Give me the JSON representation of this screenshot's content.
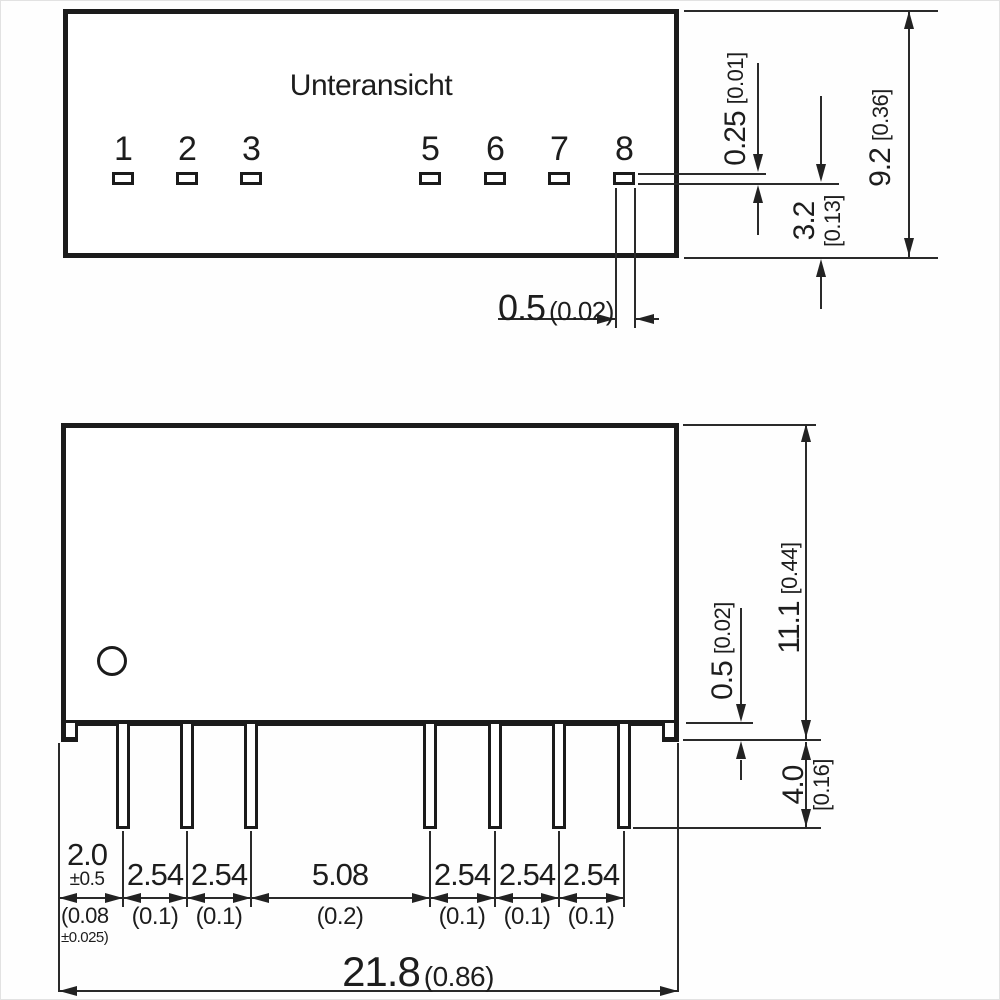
{
  "top_view": {
    "title": "Unteransicht",
    "pin_labels": [
      "1",
      "2",
      "3",
      "5",
      "6",
      "7",
      "8"
    ],
    "dim_pad_width_main": "0.5",
    "dim_pad_width_sub": "(0.02)",
    "dim_pad_height_main": "0.25",
    "dim_pad_height_sub": "[0.01]",
    "dim_pad_to_edge_main": "3.2",
    "dim_pad_to_edge_sub": "[0.13]",
    "dim_body_height_main": "9.2",
    "dim_body_height_sub": "[0.36]"
  },
  "side_view": {
    "dim_body_height_main": "11.1",
    "dim_body_height_sub": "[0.44]",
    "dim_standoff_main": "0.5",
    "dim_standoff_sub": "[0.02]",
    "dim_pin_length_main": "4.0",
    "dim_pin_length_sub": "[0.16]",
    "edge_offset_main": "2.0",
    "edge_offset_tol": "±0.5",
    "edge_offset_sub1": "(0.08",
    "edge_offset_sub2": "±0.025)",
    "pitch_segments": [
      {
        "main": "2.54",
        "sub": "(0.1)"
      },
      {
        "main": "2.54",
        "sub": "(0.1)"
      },
      {
        "main": "5.08",
        "sub": "(0.2)"
      },
      {
        "main": "2.54",
        "sub": "(0.1)"
      },
      {
        "main": "2.54",
        "sub": "(0.1)"
      },
      {
        "main": "2.54",
        "sub": "(0.1)"
      }
    ],
    "dim_overall_main": "21.8",
    "dim_overall_sub": "(0.86)"
  }
}
